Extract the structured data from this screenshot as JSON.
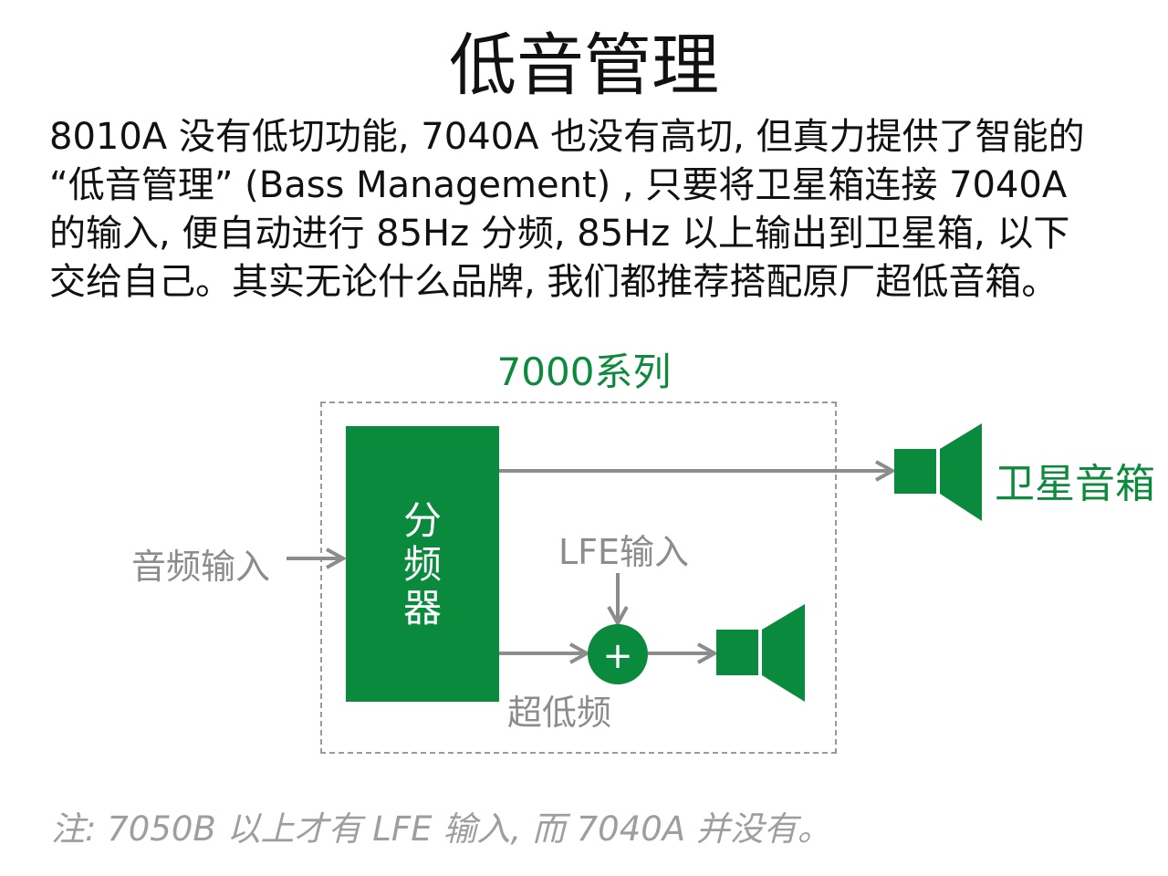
{
  "title": "低音管理",
  "body_lines": [
    "8010A 没有低切功能, 7040A 也没有高切, 但真力提供了智能的",
    "“低音管理” (Bass Management) , 只要将卫星箱连接 7040A",
    "的输入, 便自动进行 85Hz 分频, 85Hz 以上输出到卫星箱, 以下",
    "交给自己。其实无论什么品牌, 我们都推荐搭配原厂超低音箱。"
  ],
  "diagram": {
    "series_label": "7000系列",
    "crossover_lines": [
      "分",
      "频",
      "器"
    ],
    "audio_input": "音频输入",
    "lfe_input": "LFE输入",
    "subwoofer_freq": "超低频",
    "satellite_speaker": "卫星音箱",
    "mixer_symbol": "+",
    "colors": {
      "green": "#0a8a3d",
      "arrow_gray": "#8c8c8c",
      "dash_gray": "#9a9a9a"
    },
    "icons": [
      "speaker-icon",
      "plus-icon",
      "arrow-icon"
    ]
  },
  "footnote": "注: 7050B 以上才有 LFE 输入, 而 7040A 并没有。"
}
